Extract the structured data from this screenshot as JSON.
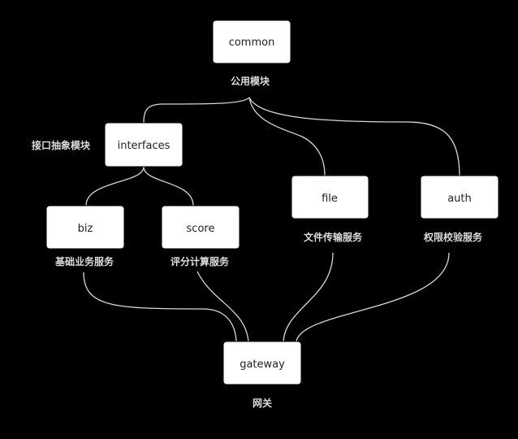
{
  "diagram": {
    "nodes": {
      "common": {
        "label": "common",
        "caption": "公用模块"
      },
      "interfaces": {
        "label": "interfaces",
        "caption": "接口抽象模块"
      },
      "biz": {
        "label": "biz",
        "caption": "基础业务服务"
      },
      "score": {
        "label": "score",
        "caption": "评分计算服务"
      },
      "file": {
        "label": "file",
        "caption": "文件传输服务"
      },
      "auth": {
        "label": "auth",
        "caption": "权限校验服务"
      },
      "gateway": {
        "label": "gateway",
        "caption": "网关"
      }
    },
    "edges": [
      {
        "from": "common",
        "to": "interfaces"
      },
      {
        "from": "common",
        "to": "file"
      },
      {
        "from": "common",
        "to": "auth"
      },
      {
        "from": "interfaces",
        "to": "biz"
      },
      {
        "from": "interfaces",
        "to": "score"
      },
      {
        "from": "biz",
        "to": "gateway"
      },
      {
        "from": "score",
        "to": "gateway"
      },
      {
        "from": "file",
        "to": "gateway"
      },
      {
        "from": "auth",
        "to": "gateway"
      }
    ],
    "colors": {
      "background": "#000000",
      "node_fill": "#ffffff",
      "node_text": "#222222",
      "caption": "#dcdcdc",
      "edge": "#d8d8d8"
    }
  }
}
